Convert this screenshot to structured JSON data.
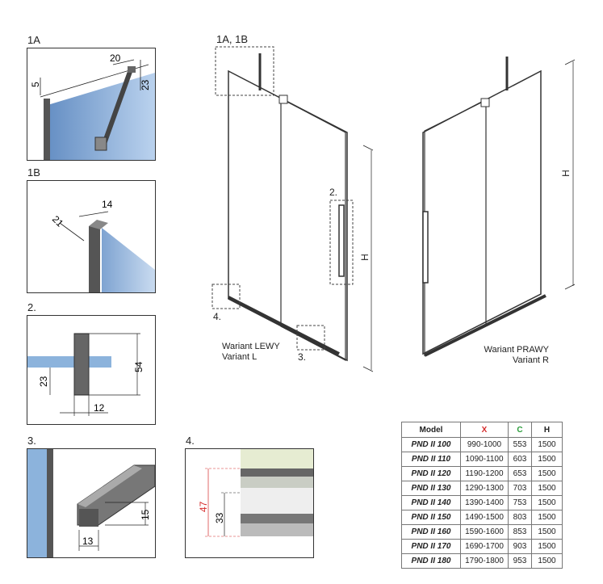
{
  "panels": {
    "p1a": "1A",
    "p1b": "1B",
    "p2": "2.",
    "p3": "3.",
    "p4": "4."
  },
  "dims": {
    "d20": "20",
    "d23": "23",
    "d5": "5",
    "d14": "14",
    "d21": "21",
    "d54": "54",
    "d23b": "23",
    "d12": "12",
    "d15": "15",
    "d13": "13",
    "d47": "47",
    "d33": "33"
  },
  "main": {
    "callout_top": "1A, 1B",
    "callout_2": "2.",
    "callout_3": "3.",
    "callout_4": "4.",
    "h_left": "H",
    "h_right": "H",
    "variant_left_1": "Wariant LEWY",
    "variant_left_2": "Variant L",
    "variant_right_1": "Wariant PRAWY",
    "variant_right_2": "Variant R"
  },
  "table": {
    "headers": [
      "Model",
      "X",
      "C",
      "H"
    ],
    "rows": [
      [
        "PND II 100",
        "990-1000",
        "553",
        "1500"
      ],
      [
        "PND II 110",
        "1090-1100",
        "603",
        "1500"
      ],
      [
        "PND II 120",
        "1190-1200",
        "653",
        "1500"
      ],
      [
        "PND II 130",
        "1290-1300",
        "703",
        "1500"
      ],
      [
        "PND II 140",
        "1390-1400",
        "753",
        "1500"
      ],
      [
        "PND II 150",
        "1490-1500",
        "803",
        "1500"
      ],
      [
        "PND II 160",
        "1590-1600",
        "853",
        "1500"
      ],
      [
        "PND II 170",
        "1690-1700",
        "903",
        "1500"
      ],
      [
        "PND II 180",
        "1790-1800",
        "953",
        "1500"
      ]
    ]
  },
  "colors": {
    "glass": "#7aa6d6",
    "metal": "#555555",
    "x_header": "#d62b2b",
    "c_header": "#2a9d3a",
    "dim_red": "#d62b2b"
  }
}
